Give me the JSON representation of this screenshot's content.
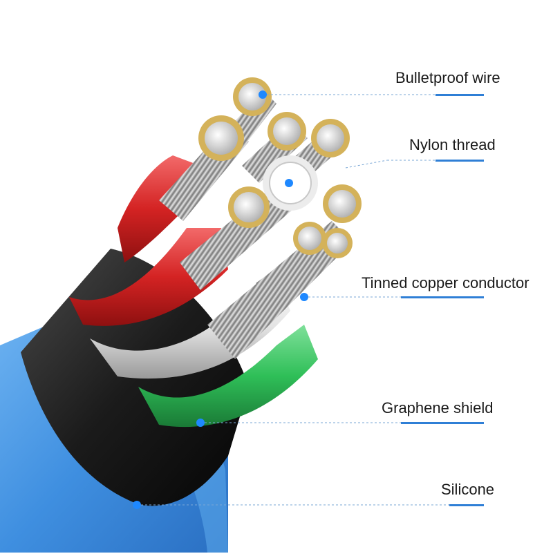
{
  "diagram": {
    "callouts": [
      {
        "id": "bulletproof-wire",
        "label": "Bulletproof wire"
      },
      {
        "id": "nylon-thread",
        "label": "Nylon thread"
      },
      {
        "id": "tinned-copper-conductor",
        "label": "Tinned copper conductor"
      },
      {
        "id": "graphene-shield",
        "label": "Graphene shield"
      },
      {
        "id": "silicone",
        "label": "Silicone"
      }
    ]
  },
  "colors": {
    "jacket": "#3f8fe0",
    "shield": "#1b1b1b",
    "red_insulation": "#d42323",
    "white_insulation": "#e8e8e8",
    "green_insulation": "#2fbf58",
    "strand_metal": "#b8b8b8",
    "copper_gold": "#d4b25a",
    "accent": "#2f7fd6",
    "marker": "#1e88ff"
  }
}
